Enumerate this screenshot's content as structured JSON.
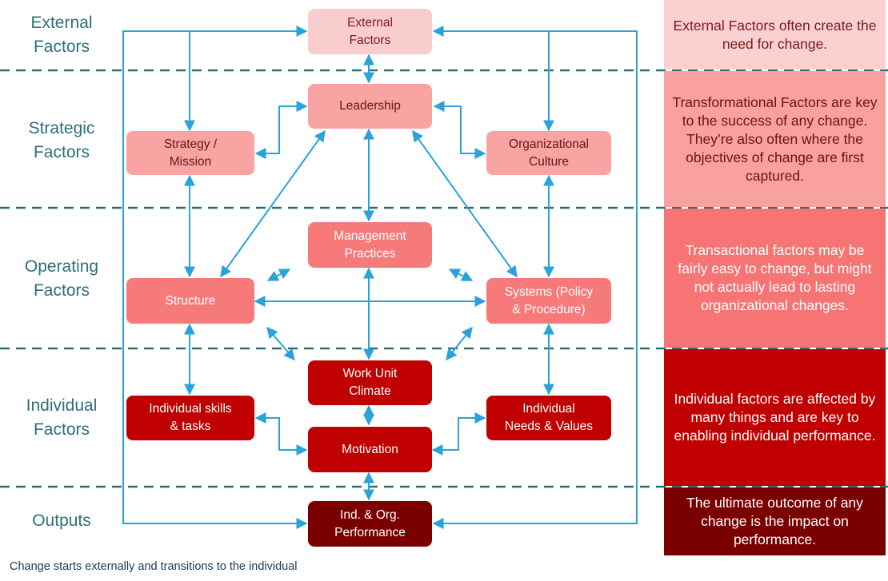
{
  "levels": {
    "external": "External\nFactors",
    "strategic": "Strategic\nFactors",
    "operating": "Operating\nFactors",
    "individual": "Individual\nFactors",
    "outputs": "Outputs"
  },
  "nodes": {
    "external": "External\nFactors",
    "leadership": "Leadership",
    "strategy": "Strategy /\nMission",
    "culture": "Organizational\nCulture",
    "mgmt": "Management\nPractices",
    "structure": "Structure",
    "systems": "Systems (Policy\n& Procedure)",
    "climate": "Work Unit\nClimate",
    "skills": "Individual skills\n& tasks",
    "motivation": "Motivation",
    "needs": "Individual\nNeeds & Values",
    "performance": "Ind. & Org.\nPerformance"
  },
  "side_notes": {
    "external": "External Factors often create the need for change.",
    "strategic": "Transformational Factors are key to the success of any change. They’re also often where the objectives of change are first captured.",
    "operating": "Transactional factors may be fairly easy to change, but might not actually lead to lasting organizational changes.",
    "individual": "Individual factors are affected by many things and are key to enabling individual performance.",
    "outputs": "The ultimate outcome of any change is the impact on performance."
  },
  "caption": "Change  starts externally and transitions to the individual",
  "colors": {
    "arrow": "#29a3d9",
    "divider": "#2e6f7a",
    "external": "#f9cdcd",
    "strategic": "#f9a3a3",
    "operating": "#f67a7a",
    "individual": "#c00000",
    "outputs": "#7a0000"
  }
}
